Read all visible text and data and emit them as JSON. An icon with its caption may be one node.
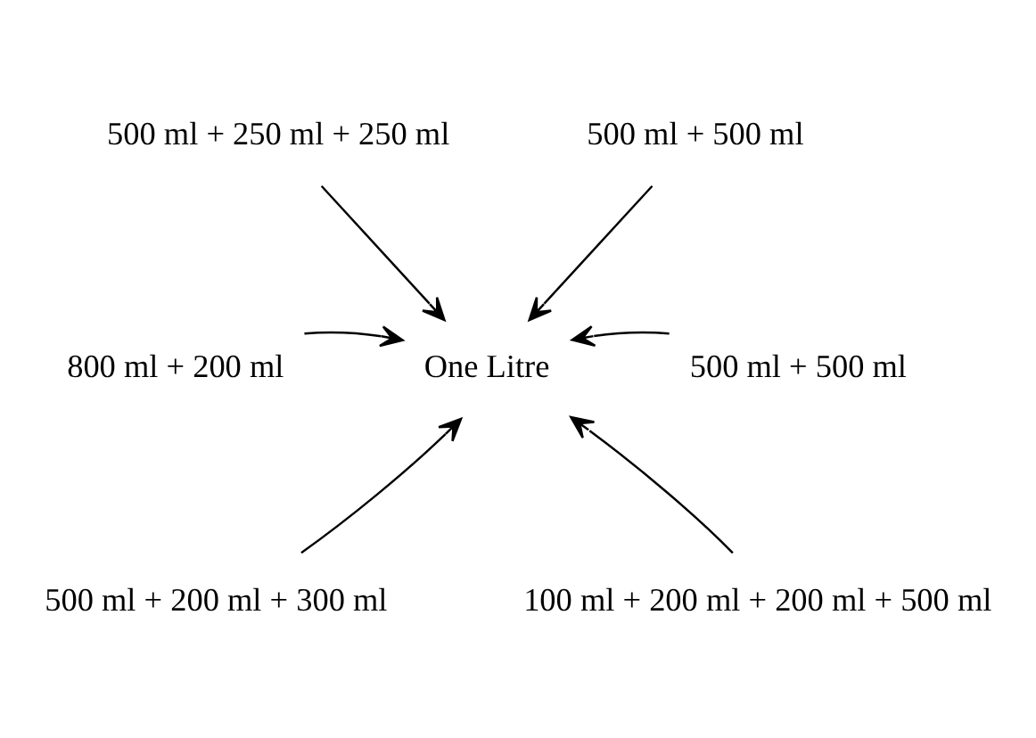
{
  "diagram": {
    "nodes": [
      {
        "text": [
          "500 ml + 250 ml + 250 ml"
        ]
      },
      {
        "text": [
          "500 ml + 500 ml"
        ]
      },
      {
        "text": [
          "800 ml + 200 ml"
        ]
      },
      {
        "text": [
          "One Litre"
        ]
      },
      {
        "text": [
          "500 ml + 500 ml"
        ]
      },
      {
        "text": [
          "500 ml + 200 ml + 300 ml"
        ]
      },
      {
        "text": [
          "100 ml + 200 ml + 200 ml + 500 ml"
        ]
      }
    ],
    "edges": [
      {
        "from": 0,
        "to": 3,
        "arrow": "to"
      },
      {
        "from": 1,
        "to": 3,
        "arrow": "to"
      },
      {
        "from": 4,
        "to": 3,
        "arrow": "to"
      },
      {
        "from": 6,
        "to": 3,
        "arrow": "to"
      },
      {
        "from": 5,
        "to": 3,
        "arrow": "to"
      },
      {
        "from": 2,
        "to": 3,
        "arrow": "to"
      }
    ]
  }
}
